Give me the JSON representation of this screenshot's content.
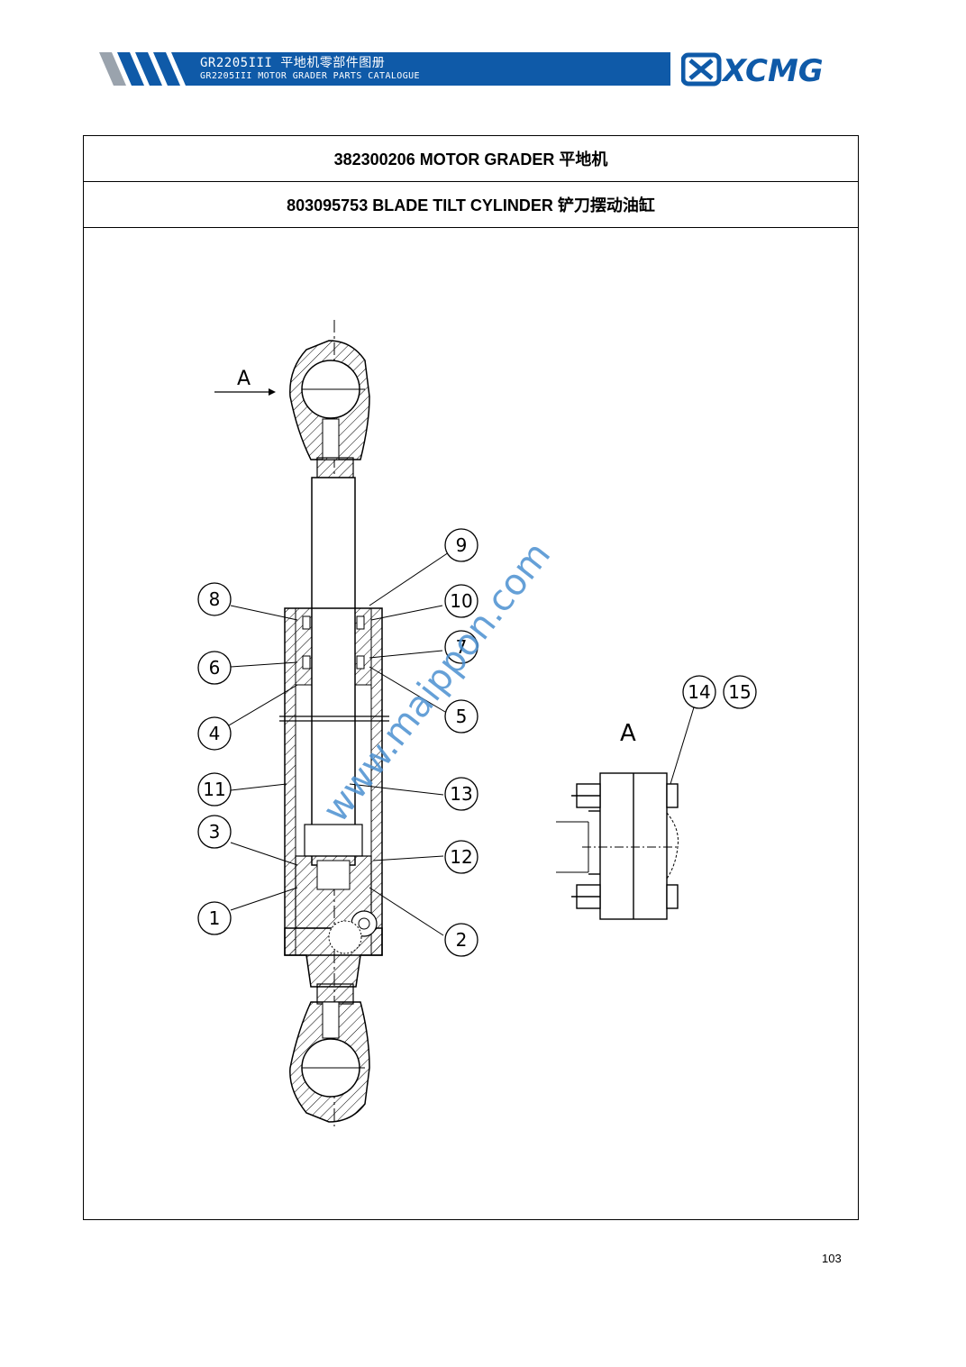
{
  "header": {
    "title": "GR2205III 平地机零部件图册",
    "subtitle": "GR2205III MOTOR GRADER PARTS CATALOGUE",
    "brand": "XCMG",
    "band_color": "#0f5aa8"
  },
  "table": {
    "row1": "382300206 MOTOR GRADER 平地机",
    "row2": "803095753 BLADE TILT CYLINDER 铲刀摆动油缸"
  },
  "drawing": {
    "view_label_main": "A",
    "view_label_detail": "A",
    "callouts": [
      "9",
      "8",
      "10",
      "7",
      "6",
      "5",
      "4",
      "11",
      "13",
      "3",
      "12",
      "1",
      "2",
      "14",
      "15"
    ]
  },
  "watermark": "www.maippon.com",
  "page_number": "103"
}
